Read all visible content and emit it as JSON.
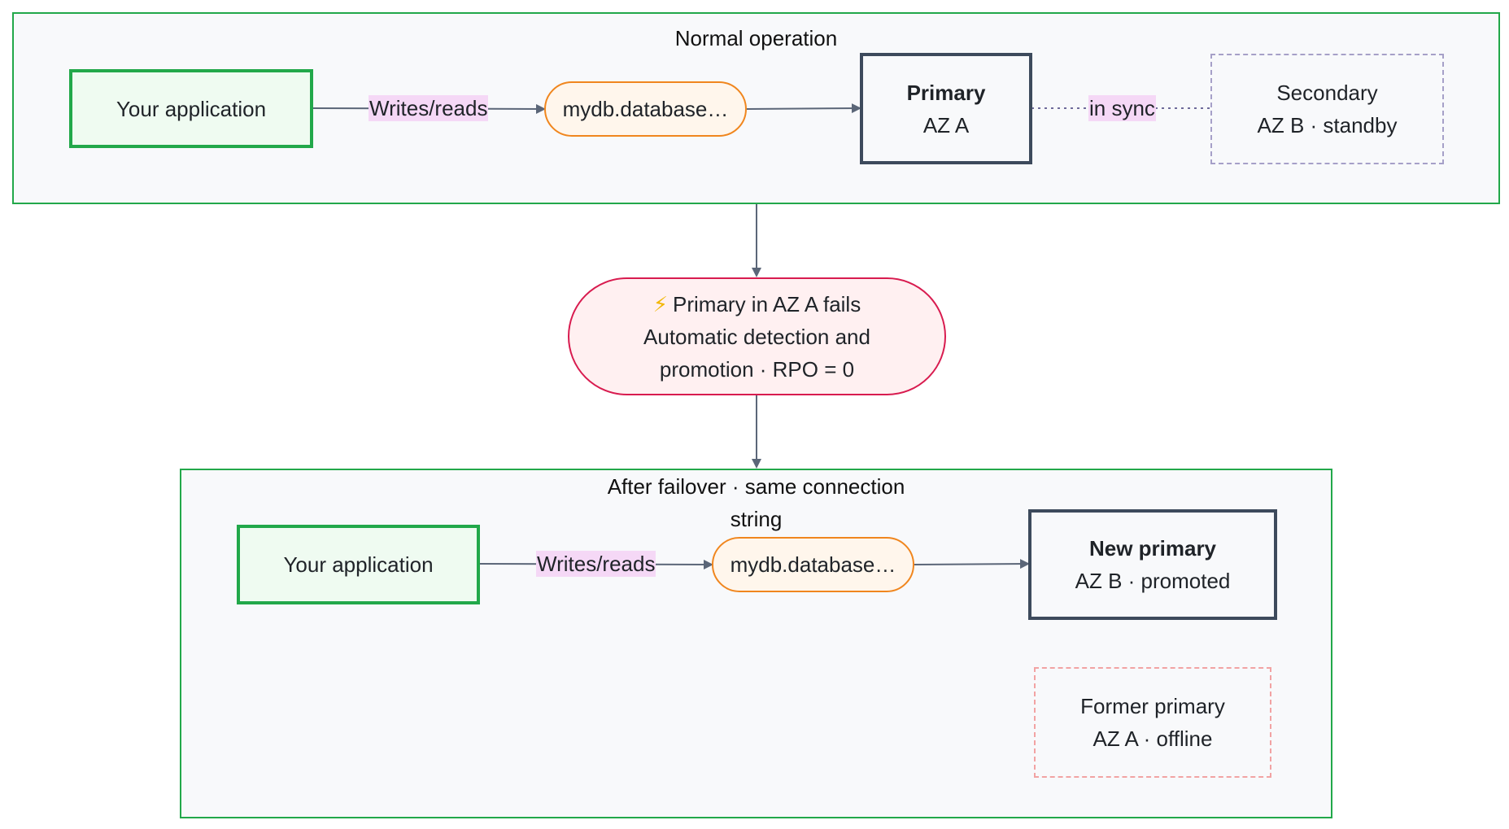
{
  "normal": {
    "title": "Normal operation",
    "app_label": "Your application",
    "edge_app_endpoint": "Writes/reads",
    "endpoint_label": "mydb.database…",
    "primary_title": "Primary",
    "primary_sub": "AZ A",
    "edge_sync": "in sync",
    "secondary_title": "Secondary",
    "secondary_sub": "AZ B · standby"
  },
  "failover_event": {
    "icon": "lightning-icon",
    "line1": "Primary in AZ A fails",
    "line2": "Automatic detection and",
    "line3": "promotion · RPO = 0"
  },
  "after": {
    "title_line1": "After failover · same connection",
    "title_line2": "string",
    "app_label": "Your application",
    "edge_app_endpoint": "Writes/reads",
    "endpoint_label": "mydb.database…",
    "new_primary_title": "New primary",
    "new_primary_sub": "AZ B · promoted",
    "former_title": "Former primary",
    "former_sub": "AZ A · offline"
  },
  "colors": {
    "group_border": "#22a84a",
    "app_fill": "#effbf1",
    "endpoint_border": "#f0861e",
    "primary_border": "#3d4a5c",
    "event_border": "#d81b4f",
    "edge_label_bg": "#f5d8f6",
    "arrow": "#5b6678"
  }
}
